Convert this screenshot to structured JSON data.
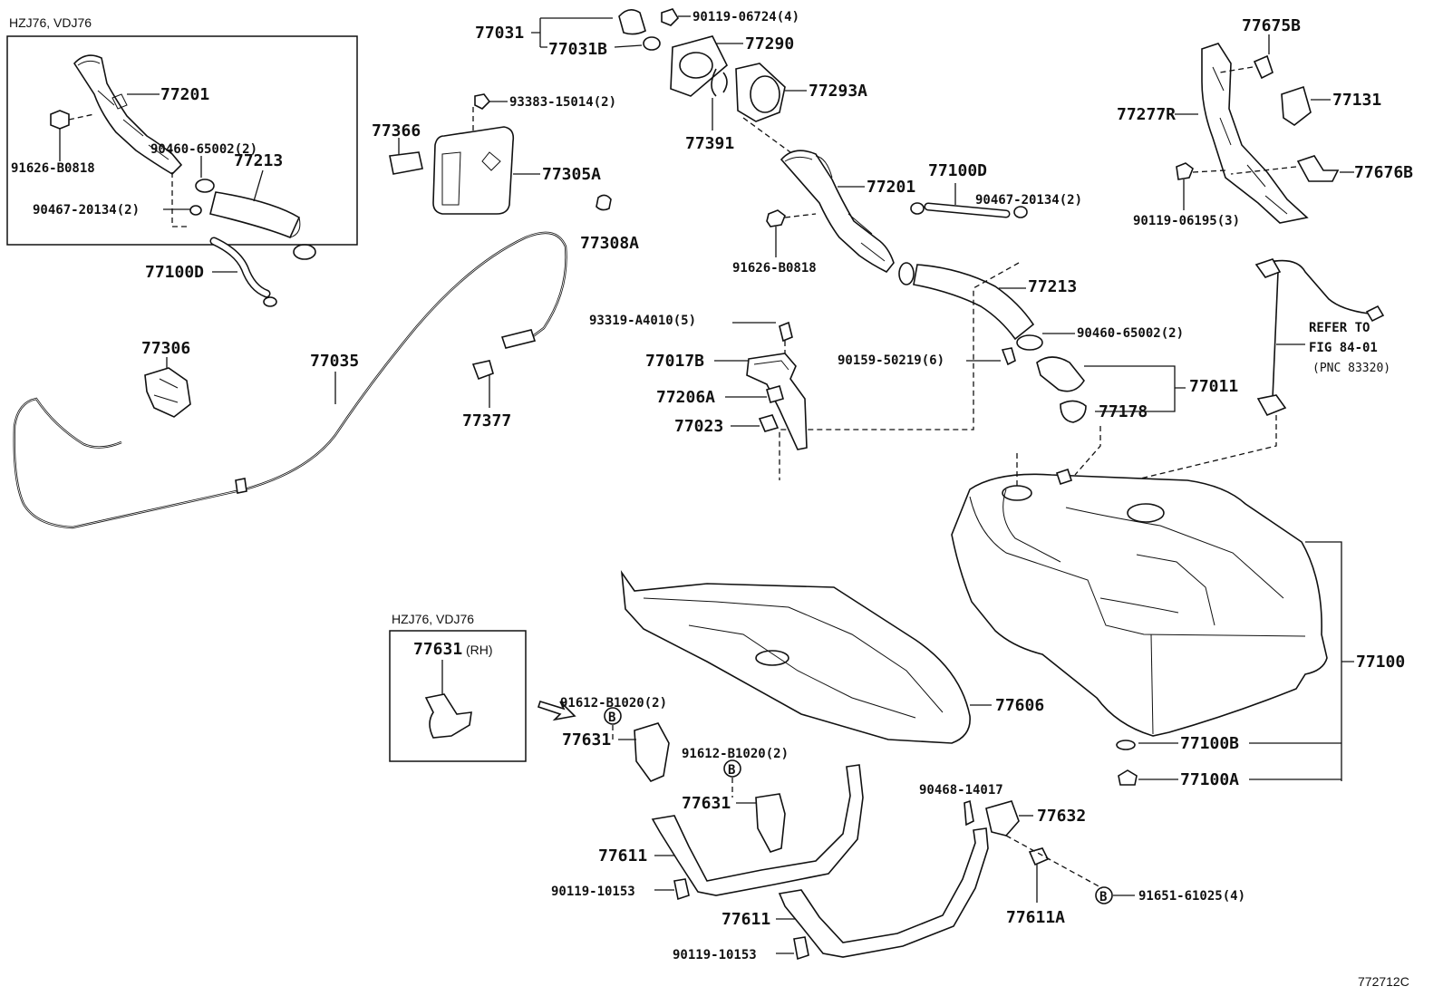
{
  "diagram": {
    "figure_code": "772712C",
    "inset_top_left": {
      "label": "HZJ76, VDJ76"
    },
    "inset_bottom": {
      "label": "HZJ76, VDJ76",
      "part": "77631",
      "suffix": "(RH)"
    },
    "refer_note": {
      "line1": "REFER TO",
      "line2": "FIG 84-01",
      "line3": "(PNC 83320)"
    },
    "bolt_marker": "B",
    "labels": {
      "i_77201": "77201",
      "i_91626": "91626-B0818",
      "i_90460": "90460-65002(2)",
      "i_77213": "77213",
      "i_90467": "90467-20134(2)",
      "i_77100d": "77100D",
      "p_77031": "77031",
      "p_77031b": "77031B",
      "p_90119_06724": "90119-06724(4)",
      "p_77290": "77290",
      "p_77293a": "77293A",
      "p_93383": "93383-15014(2)",
      "p_77391": "77391",
      "p_77366": "77366",
      "p_77305a": "77305A",
      "p_77308a": "77308A",
      "p_77201": "77201",
      "p_91626": "91626-B0818",
      "p_77100d": "77100D",
      "p_90467": "90467-20134(2)",
      "p_77213": "77213",
      "p_90460": "90460-65002(2)",
      "p_77675b": "77675B",
      "p_77131": "77131",
      "p_77277r": "77277R",
      "p_77676b": "77676B",
      "p_90119_06195": "90119-06195(3)",
      "p_77306": "77306",
      "p_77035": "77035",
      "p_77377": "77377",
      "p_93319": "93319-A4010(5)",
      "p_77017b": "77017B",
      "p_77206a": "77206A",
      "p_77023": "77023",
      "p_90159": "90159-50219(6)",
      "p_77011": "77011",
      "p_77178": "77178",
      "p_77100": "77100",
      "p_77100b": "77100B",
      "p_77100a": "77100A",
      "p_77606": "77606",
      "p_91612_a": "91612-B1020(2)",
      "p_77631_a": "77631",
      "p_91612_b": "91612-B1020(2)",
      "p_77631_b": "77631",
      "p_90468": "90468-14017",
      "p_77632": "77632",
      "p_77611_a": "77611",
      "p_90119_10153_a": "90119-10153",
      "p_77611_b": "77611",
      "p_77611a": "77611A",
      "p_91651": "91651-61025(4)",
      "p_90119_10153_b": "90119-10153"
    }
  }
}
